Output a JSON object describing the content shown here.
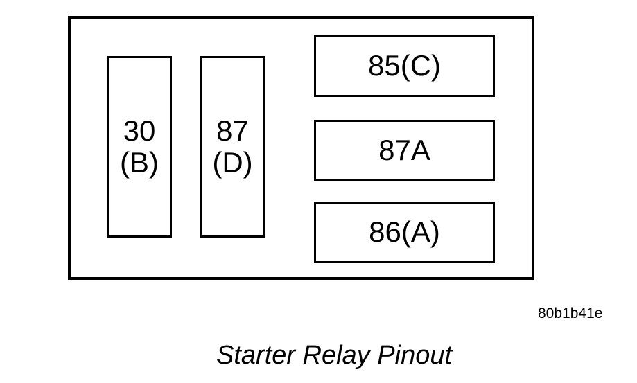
{
  "figure": {
    "caption": "Starter Relay Pinout",
    "reference_code": "80b1b41e",
    "colors": {
      "line": "#000000",
      "background": "#ffffff"
    },
    "relay": {
      "pins": [
        {
          "label": "30\n(B)"
        },
        {
          "label": "87\n(D)"
        },
        {
          "label": "85(C)"
        },
        {
          "label": "87A"
        },
        {
          "label": "86(A)"
        }
      ]
    }
  }
}
